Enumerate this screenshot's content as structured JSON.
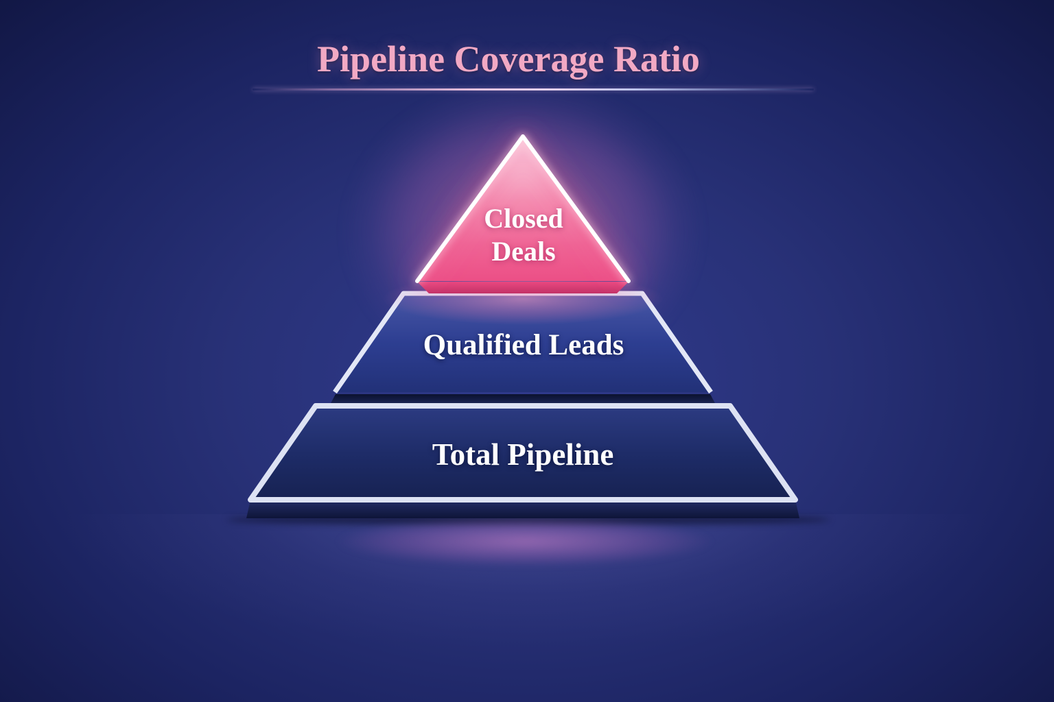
{
  "title": {
    "text": "Pipeline Coverage Ratio"
  },
  "pyramid": {
    "tiers": [
      {
        "id": "closed-deals",
        "label": "Closed Deals",
        "position": "top",
        "color": "#ee5b90"
      },
      {
        "id": "qualified-leads",
        "label": "Qualified Leads",
        "position": "middle",
        "color": "#2c3d8f"
      },
      {
        "id": "total-pipeline",
        "label": "Total Pipeline",
        "position": "bottom",
        "color": "#1d2b66"
      }
    ]
  },
  "colors": {
    "background_navy": "#141a4a",
    "title_pink": "#f2a9c4",
    "accent_pink": "#ee5b90",
    "tier_mid_blue": "#2c3d8f",
    "tier_bottom_blue": "#1d2b66",
    "edge_light": "#e3e7f6",
    "floor_glow_pink": "#d87ac8"
  }
}
